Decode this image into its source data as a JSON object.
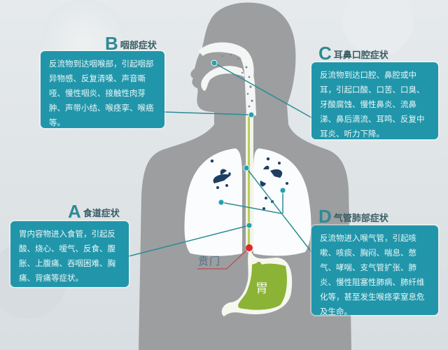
{
  "sections": {
    "A": {
      "letter": "A",
      "title": "食道症状",
      "body": "胃内容物进入食管，引起反酸、烧心、嗳气、反食、腹胀、上腹痛、吞咽困难、胸痛、背痛等症状。"
    },
    "B": {
      "letter": "B",
      "title": "咽部症状",
      "body": "反流物到达咽喉部，引起咽部异物感、反复清嗓、声音嘶哑、慢性咽炎、接触性肉芽肿、声带小结、喉痉挛、喉癌等。"
    },
    "C": {
      "letter": "C",
      "title": "耳鼻口腔症状",
      "body": "反流物到达口腔、鼻腔或中耳，引起口酸、口苦、口臭、牙酸腐蚀、慢性鼻炎、流鼻涕、鼻后滴流、耳鸣、反复中耳炎、听力下降。"
    },
    "D": {
      "letter": "D",
      "title": "气管肺部症状",
      "body": "反流物进入喉气管，引起咳嗽、咳痰、胸闷、喘息、憋气、哮喘、支气管扩张、肺炎、慢性阻塞性肺病、肺纤维化等，甚至发生喉痉挛窒息危及生命。"
    }
  },
  "labels": {
    "cardia": "贲门",
    "stomach": "胃"
  },
  "colors": {
    "box": "#2196aa",
    "line": "#2a8c96",
    "node": "#22a0b0",
    "stomach": "#8bb335",
    "cardia_dot": "#e0262b",
    "silhouette": "#9a9c9e"
  }
}
